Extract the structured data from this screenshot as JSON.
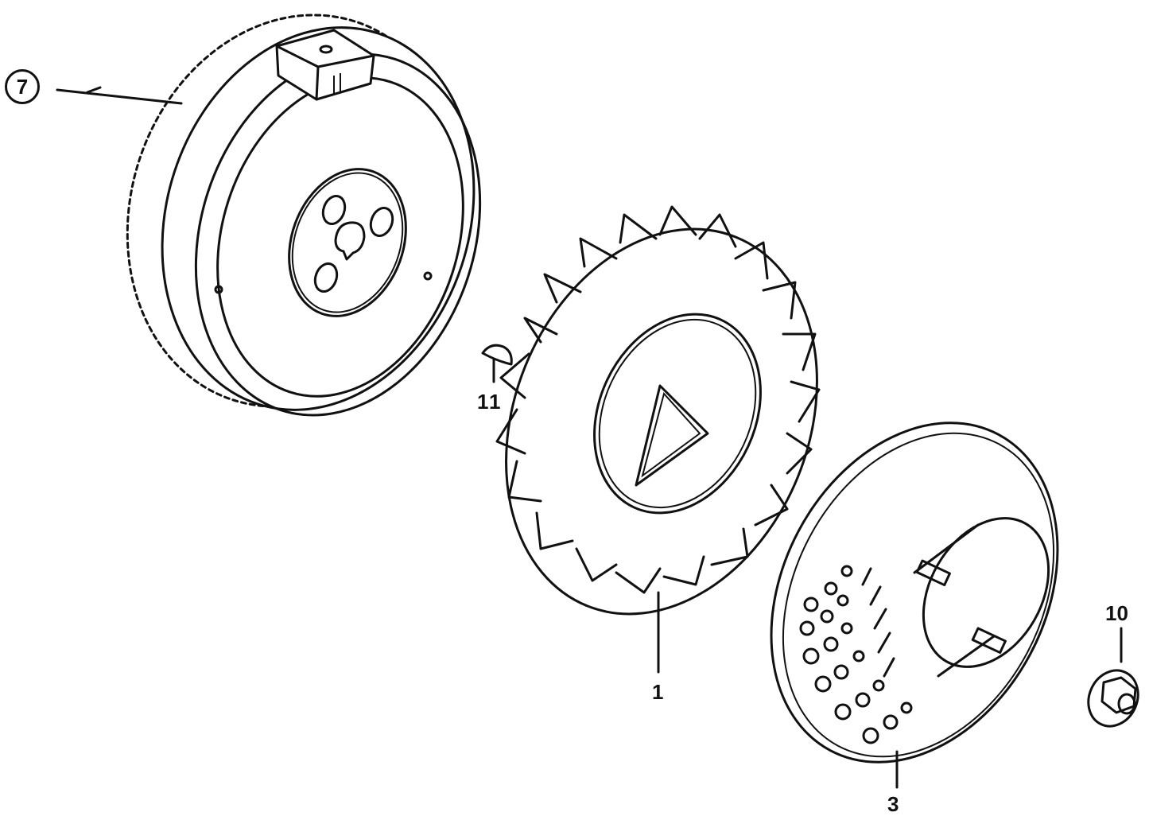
{
  "diagram": {
    "type": "exploded parts diagram",
    "subject": "flywheel / cooling fan assembly",
    "line_color": "#111111",
    "background_color": "#ffffff"
  },
  "parts": [
    {
      "callout": "7",
      "name": "flywheel (ring gear)",
      "circled": true
    },
    {
      "callout": "11",
      "name": "woodruff key",
      "circled": false
    },
    {
      "callout": "1",
      "name": "cooling fan",
      "circled": false
    },
    {
      "callout": "3",
      "name": "starter pulley / fan cover",
      "circled": false
    },
    {
      "callout": "10",
      "name": "flange nut",
      "circled": false
    }
  ],
  "labels": {
    "p7": "7",
    "p11": "11",
    "p1": "1",
    "p3": "3",
    "p10": "10"
  }
}
